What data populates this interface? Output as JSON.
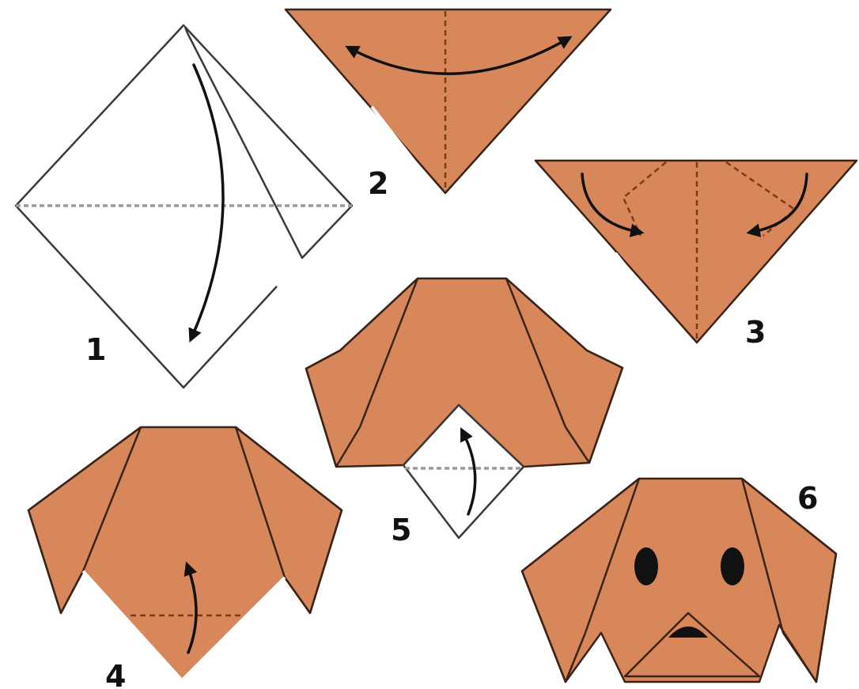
{
  "steps": [
    {
      "number": "1"
    },
    {
      "number": "2"
    },
    {
      "number": "3"
    },
    {
      "number": "4"
    },
    {
      "number": "5"
    },
    {
      "number": "6"
    }
  ],
  "colors": {
    "paper": "#d8875a",
    "outline": "#3a2418",
    "crease": "#7a3b1a",
    "background": "#ffffff"
  }
}
